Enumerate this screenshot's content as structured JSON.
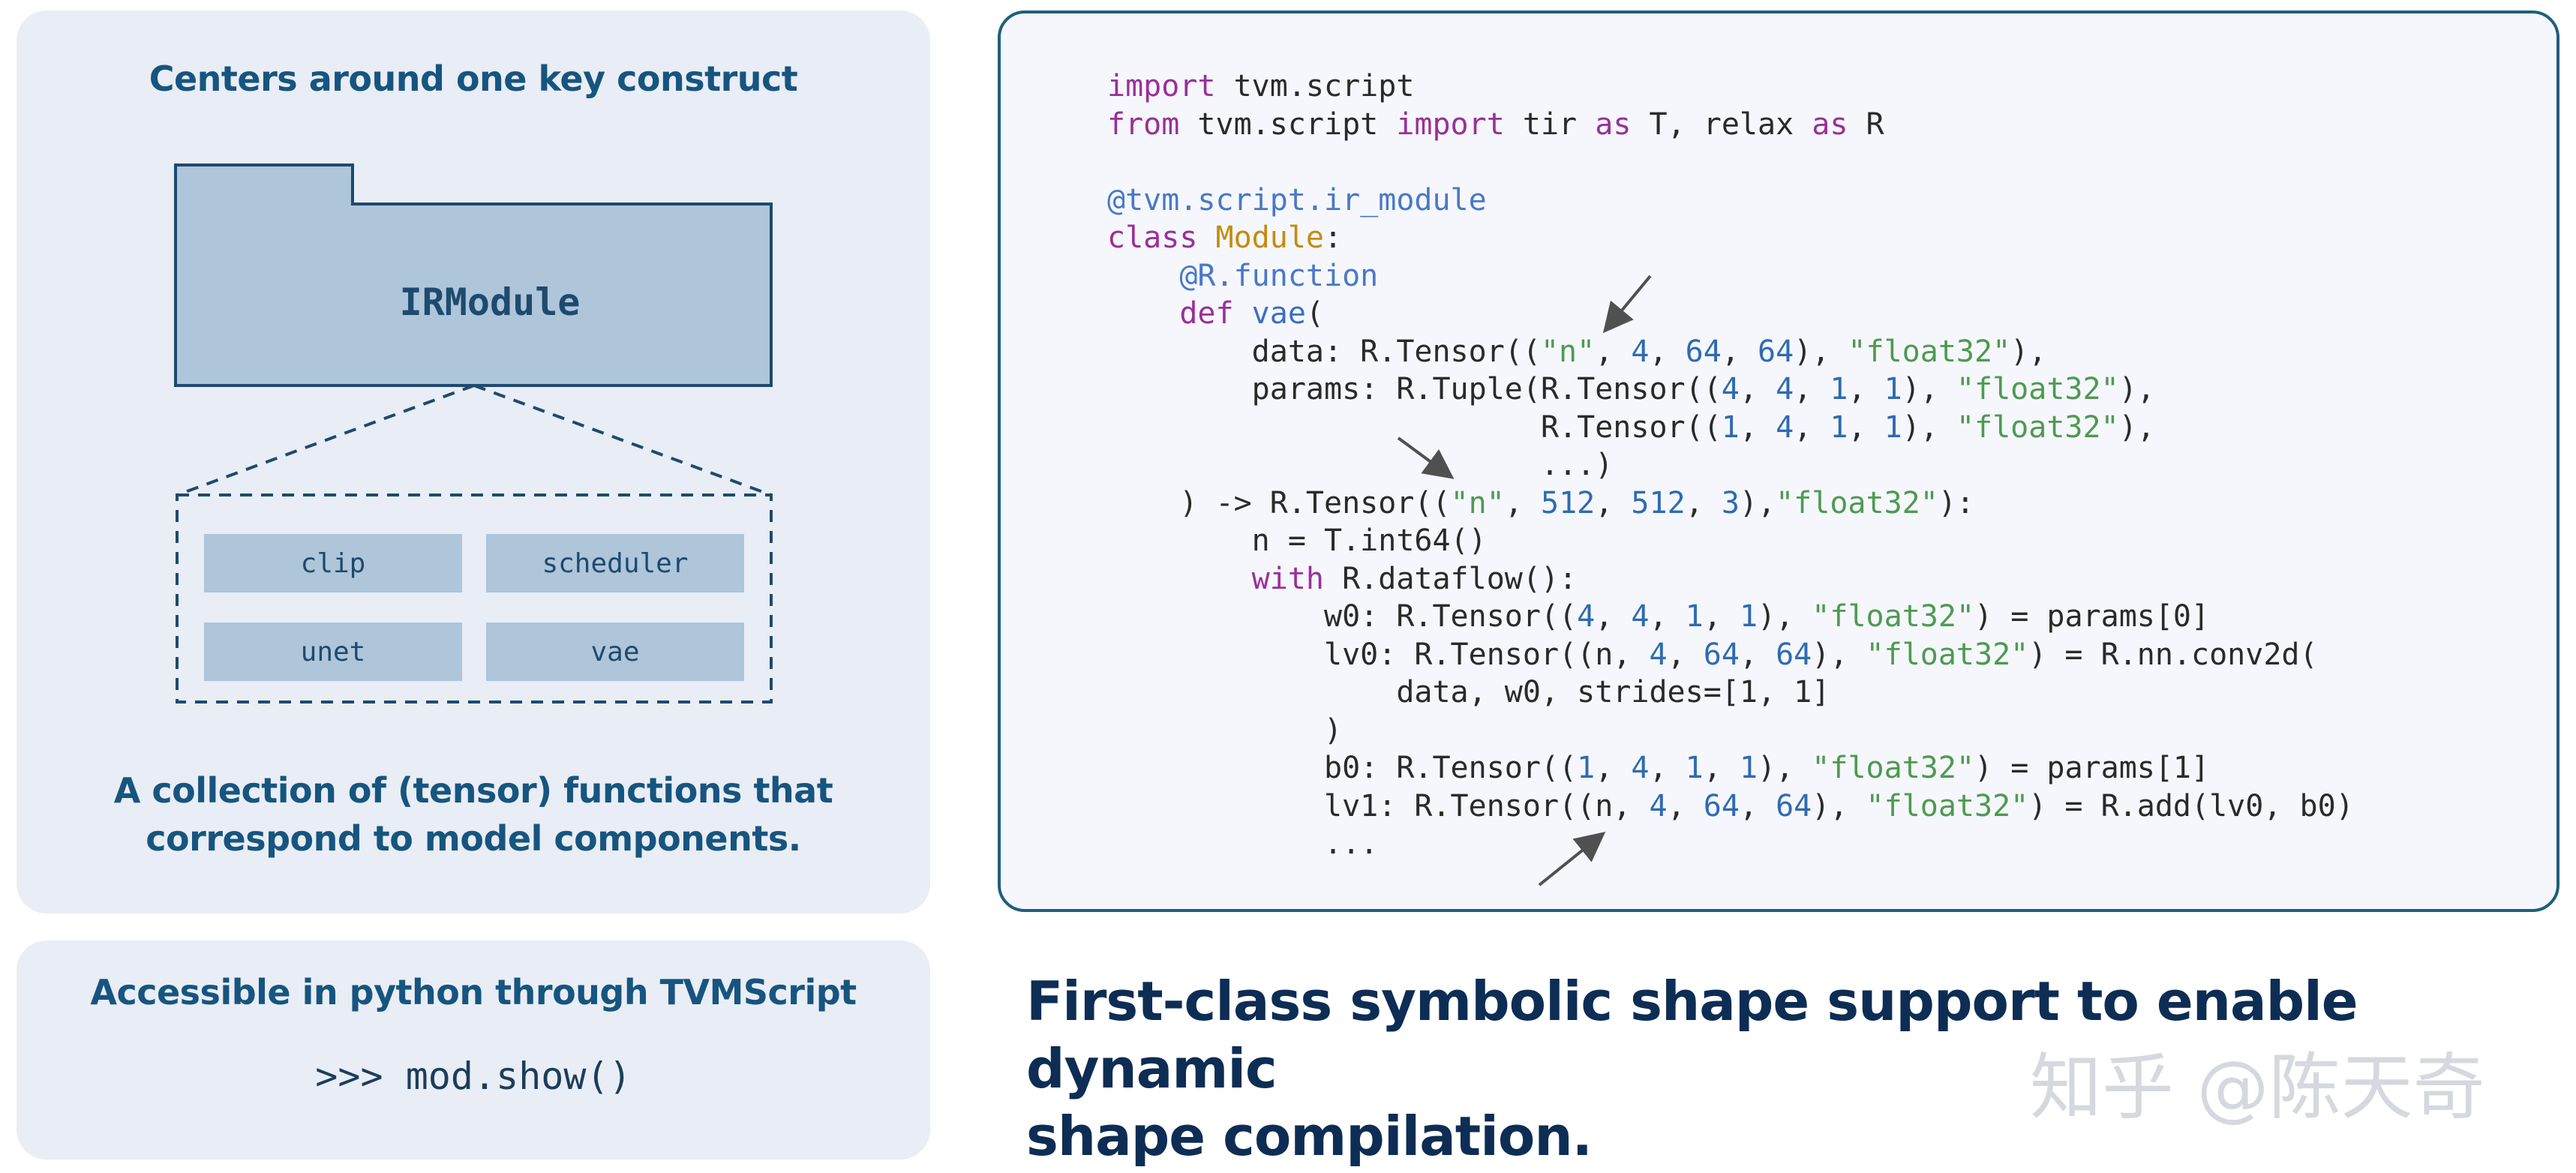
{
  "left_panel": {
    "heading": "Centers around one key construct",
    "module_label": "IRModule",
    "functions": [
      "clip",
      "scheduler",
      "unet",
      "vae"
    ],
    "caption_line1": "A collection of (tensor) functions that",
    "caption_line2": "correspond to model components."
  },
  "bottom_panel": {
    "heading": "Accessible in python through TVMScript",
    "code": ">>> mod.show()"
  },
  "code_lines": [
    [
      [
        "kw",
        "import"
      ],
      [
        "t",
        " tvm.script"
      ]
    ],
    [
      [
        "kw",
        "from"
      ],
      [
        "t",
        " tvm.script "
      ],
      [
        "kw",
        "import"
      ],
      [
        "t",
        " tir "
      ],
      [
        "kw",
        "as"
      ],
      [
        "t",
        " T, relax "
      ],
      [
        "kw",
        "as"
      ],
      [
        "t",
        " R"
      ]
    ],
    [
      [
        "t",
        ""
      ]
    ],
    [
      [
        "dec",
        "@tvm.script.ir_module"
      ]
    ],
    [
      [
        "kw",
        "class"
      ],
      [
        "t",
        " "
      ],
      [
        "cls",
        "Module"
      ],
      [
        "t",
        ":"
      ]
    ],
    [
      [
        "t",
        "    "
      ],
      [
        "dec",
        "@R.function"
      ]
    ],
    [
      [
        "t",
        "    "
      ],
      [
        "kw",
        "def"
      ],
      [
        "t",
        " "
      ],
      [
        "fnm",
        "vae"
      ],
      [
        "t",
        "("
      ]
    ],
    [
      [
        "t",
        "        data: R.Tensor(("
      ],
      [
        "str",
        "\"n\""
      ],
      [
        "t",
        ", "
      ],
      [
        "num",
        "4"
      ],
      [
        "t",
        ", "
      ],
      [
        "num",
        "64"
      ],
      [
        "t",
        ", "
      ],
      [
        "num",
        "64"
      ],
      [
        "t",
        "), "
      ],
      [
        "str",
        "\"float32\""
      ],
      [
        "t",
        "),"
      ]
    ],
    [
      [
        "t",
        "        params: R.Tuple(R.Tensor(("
      ],
      [
        "num",
        "4"
      ],
      [
        "t",
        ", "
      ],
      [
        "num",
        "4"
      ],
      [
        "t",
        ", "
      ],
      [
        "num",
        "1"
      ],
      [
        "t",
        ", "
      ],
      [
        "num",
        "1"
      ],
      [
        "t",
        "), "
      ],
      [
        "str",
        "\"float32\""
      ],
      [
        "t",
        "),"
      ]
    ],
    [
      [
        "t",
        "                        R.Tensor(("
      ],
      [
        "num",
        "1"
      ],
      [
        "t",
        ", "
      ],
      [
        "num",
        "4"
      ],
      [
        "t",
        ", "
      ],
      [
        "num",
        "1"
      ],
      [
        "t",
        ", "
      ],
      [
        "num",
        "1"
      ],
      [
        "t",
        "), "
      ],
      [
        "str",
        "\"float32\""
      ],
      [
        "t",
        "),"
      ]
    ],
    [
      [
        "t",
        "                        ...)"
      ]
    ],
    [
      [
        "t",
        "    ) -> R.Tensor(("
      ],
      [
        "str",
        "\"n\""
      ],
      [
        "t",
        ", "
      ],
      [
        "num",
        "512"
      ],
      [
        "t",
        ", "
      ],
      [
        "num",
        "512"
      ],
      [
        "t",
        ", "
      ],
      [
        "num",
        "3"
      ],
      [
        "t",
        "),"
      ],
      [
        "str",
        "\"float32\""
      ],
      [
        "t",
        "):"
      ]
    ],
    [
      [
        "t",
        "        n = T.int64()"
      ]
    ],
    [
      [
        "t",
        "        "
      ],
      [
        "kw",
        "with"
      ],
      [
        "t",
        " R.dataflow():"
      ]
    ],
    [
      [
        "t",
        "            w0: R.Tensor(("
      ],
      [
        "num",
        "4"
      ],
      [
        "t",
        ", "
      ],
      [
        "num",
        "4"
      ],
      [
        "t",
        ", "
      ],
      [
        "num",
        "1"
      ],
      [
        "t",
        ", "
      ],
      [
        "num",
        "1"
      ],
      [
        "t",
        "), "
      ],
      [
        "str",
        "\"float32\""
      ],
      [
        "t",
        ") = params[0]"
      ]
    ],
    [
      [
        "t",
        "            lv0: R.Tensor((n, "
      ],
      [
        "num",
        "4"
      ],
      [
        "t",
        ", "
      ],
      [
        "num",
        "64"
      ],
      [
        "t",
        ", "
      ],
      [
        "num",
        "64"
      ],
      [
        "t",
        "), "
      ],
      [
        "str",
        "\"float32\""
      ],
      [
        "t",
        ") = R.nn.conv2d("
      ]
    ],
    [
      [
        "t",
        "                data, w0, strides=[1, 1]"
      ]
    ],
    [
      [
        "t",
        "            )"
      ]
    ],
    [
      [
        "t",
        "            b0: R.Tensor(("
      ],
      [
        "num",
        "1"
      ],
      [
        "t",
        ", "
      ],
      [
        "num",
        "4"
      ],
      [
        "t",
        ", "
      ],
      [
        "num",
        "1"
      ],
      [
        "t",
        ", "
      ],
      [
        "num",
        "1"
      ],
      [
        "t",
        "), "
      ],
      [
        "str",
        "\"float32\""
      ],
      [
        "t",
        ") = params[1]"
      ]
    ],
    [
      [
        "t",
        "            lv1: R.Tensor((n, "
      ],
      [
        "num",
        "4"
      ],
      [
        "t",
        ", "
      ],
      [
        "num",
        "64"
      ],
      [
        "t",
        ", "
      ],
      [
        "num",
        "64"
      ],
      [
        "t",
        "), "
      ],
      [
        "str",
        "\"float32\""
      ],
      [
        "t",
        ") = R.add(lv0, b0)"
      ]
    ],
    [
      [
        "t",
        "            ..."
      ]
    ]
  ],
  "statement_line1": "First-class symbolic shape support to enable dynamic",
  "statement_line2": "shape compilation.",
  "watermark": "知乎 @陈天奇",
  "colors": {
    "panel_bg": "#e9edf5",
    "heading": "#16557f",
    "folder_fill": "#aec5da",
    "folder_stroke": "#1e4a6e",
    "keyword": "#9b2f98",
    "decorator": "#4a78c6",
    "string": "#4e9a50",
    "number": "#2f6bb0",
    "statement": "#0d2d54"
  }
}
